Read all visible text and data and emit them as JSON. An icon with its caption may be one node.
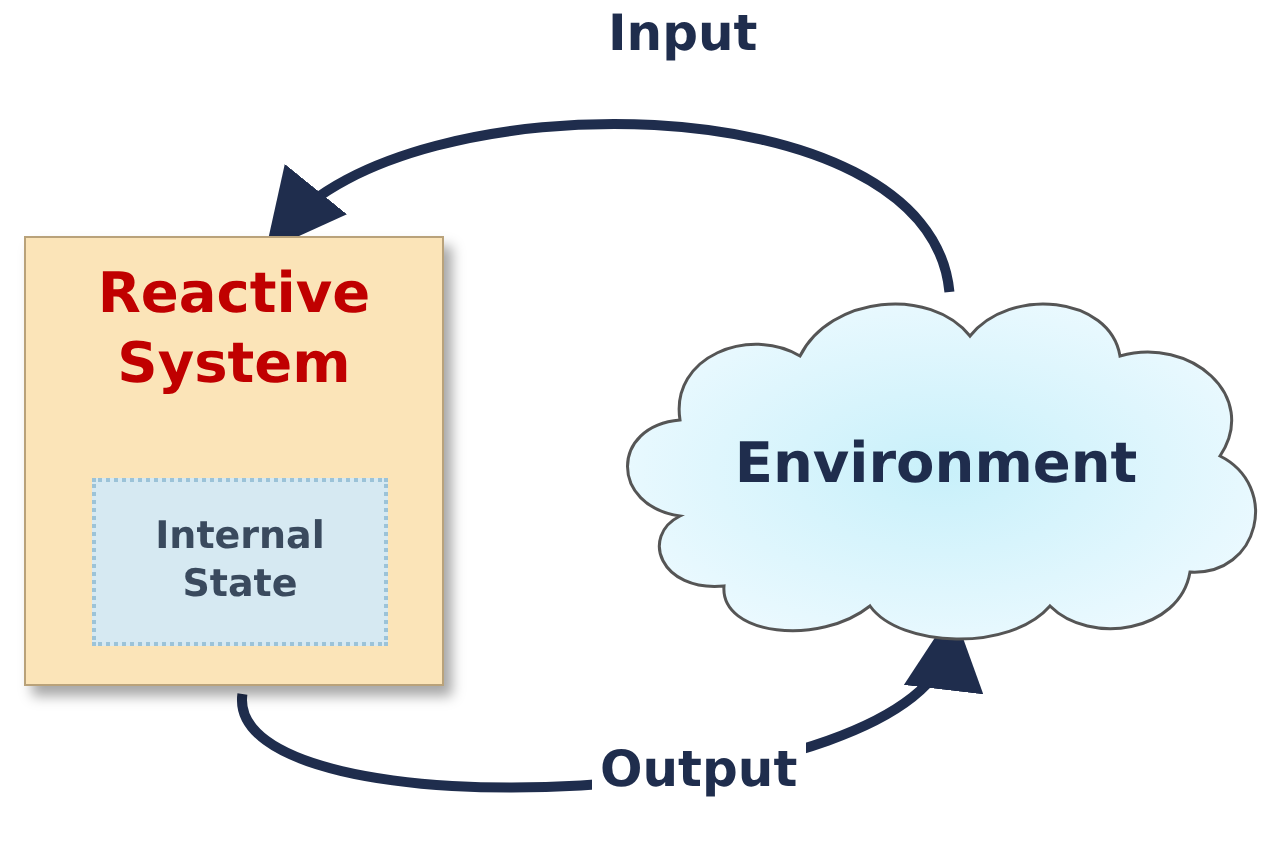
{
  "diagram": {
    "nodes": [
      {
        "text": [
          "Reactive System"
        ]
      },
      {
        "text": [
          "Internal State"
        ],
        "in": 0
      },
      {
        "text": [
          "Environment"
        ]
      }
    ],
    "edges": [
      {
        "from": 2,
        "to": 0,
        "arrow": "to",
        "label": "Input"
      },
      {
        "from": 0,
        "to": 2,
        "arrow": "to",
        "label": "Output"
      }
    ]
  }
}
